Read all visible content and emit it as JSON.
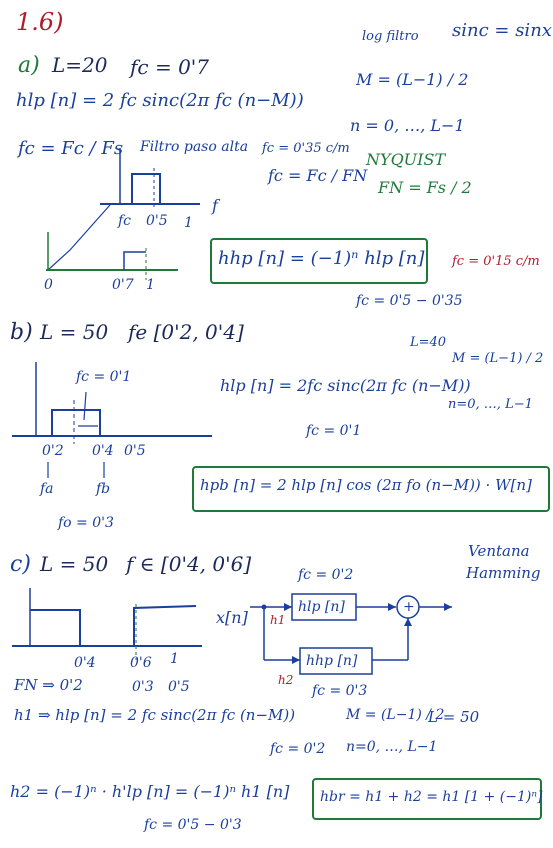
{
  "header": {
    "number": "1.6)"
  },
  "part_a": {
    "label": "a)",
    "L": "L=20",
    "fc": "fc = 0'7",
    "hlp": "hlp [n] = 2 fc sinc(2π fc (n−M))",
    "fc_def": "fc = Fc / Fs",
    "filtro": "Filtro paso alta",
    "fc_note": "fc = 0'35 c/m",
    "fc_fn": "fc = Fc / FN",
    "plot_labels": [
      "fc",
      "0'5",
      "1",
      "f",
      "0",
      "0'7",
      "1"
    ],
    "hhp": "hhp [n] = (−1)ⁿ hlp [n]",
    "fc_range": "fc = 0'5 − 0'35",
    "fc_cm": "fc = 0'15 c/m"
  },
  "right_a": {
    "log_filtro": "log filtro",
    "sinc": "sinc = sinx / x",
    "M": "M = (L−1) / 2",
    "n_range": "n = 0, …, L−1",
    "nyquist": "NYQUIST",
    "FN": "FN = Fs / 2"
  },
  "part_b": {
    "label": "b)",
    "L": "L = 50",
    "fe": "fe [0'2, 0'4]",
    "L40": "L=40",
    "M": "M = (L−1) / 2",
    "n_range": "n=0, …, L−1",
    "fc_plot": "fc = 0'1",
    "hlp": "hlp [n] = 2fc sinc(2π fc (n−M))",
    "fc_val": "fc = 0'1",
    "plot_labels": [
      "0'2",
      "0'4",
      "0'5",
      "fa",
      "fb",
      "fo = 0'3"
    ],
    "hpb": "hpb [n] = 2 hlp [n] cos (2π fo (n−M)) · W[n]",
    "ventana": "Ventana",
    "hamming": "Hamming"
  },
  "part_c": {
    "label": "c)",
    "L": "L = 50",
    "fe": "f ∈ [0'4, 0'6]",
    "plot_labels": [
      "0'4",
      "0'6",
      "1"
    ],
    "FN": "FN ⇒ 0'2",
    "FN_vals": [
      "0'3",
      "0'5"
    ],
    "diagram": {
      "input": "x[n]",
      "h1": "h1",
      "h2": "h2",
      "fc_top": "fc = 0'2",
      "block_top": "hlp [n]",
      "block_bottom": "hhp [n]",
      "fc_bottom": "fc = 0'3",
      "sum": "+"
    },
    "h1_eq": "h1 ⇒ hlp [n] = 2 fc sinc(2π fc (n−M))",
    "M": "M = (L−1) / 2",
    "L50": "L = 50",
    "fc_02": "fc = 0'2",
    "n_range": "n=0, …, L−1",
    "h2_eq": "h2 = (−1)ⁿ · h'lp [n] = (−1)ⁿ h1 [n]",
    "fc_05": "fc = 0'5 − 0'3",
    "hbr": "hbr = h1 + h2 = h1 [1 + (−1)ⁿ]"
  },
  "colors": {
    "blue": "#1a3f9c",
    "green": "#1f7a3a",
    "red": "#b01c2a"
  }
}
